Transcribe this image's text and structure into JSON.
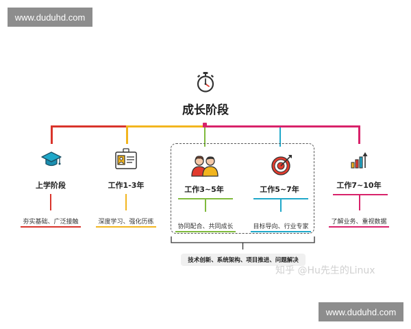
{
  "watermarks": {
    "top": "www.duduhd.com",
    "bottom": "www.duduhd.com"
  },
  "title": "成长阶段",
  "stages": [
    {
      "label": "上学阶段",
      "desc": "夯实基础、广泛接触",
      "color": "#d9342b",
      "icon": "graduation-cap-icon"
    },
    {
      "label": "工作1-3年",
      "desc": "深度学习、强化历练",
      "color": "#f2b51e",
      "icon": "id-badge-icon"
    },
    {
      "label": "工作3~5年",
      "desc": "协同配合、共同成长",
      "color": "#7fba3c",
      "icon": "team-icon"
    },
    {
      "label": "工作5~7年",
      "desc": "目标导向、行业专家",
      "color": "#1fa8c9",
      "icon": "target-icon"
    },
    {
      "label": "工作7~10年",
      "desc": "了解业务、重视数据",
      "color": "#d8226a",
      "icon": "growth-chart-icon"
    }
  ],
  "group_tag": "技术创新、系统架构、项目推进、问题解决",
  "credit": "知乎 @Hu先生的Linux",
  "colors": {
    "red": "#d9342b",
    "orange": "#e8791f",
    "yellow": "#f2b51e",
    "magenta": "#d8226a",
    "green": "#7fba3c",
    "blue": "#1fa8c9"
  }
}
